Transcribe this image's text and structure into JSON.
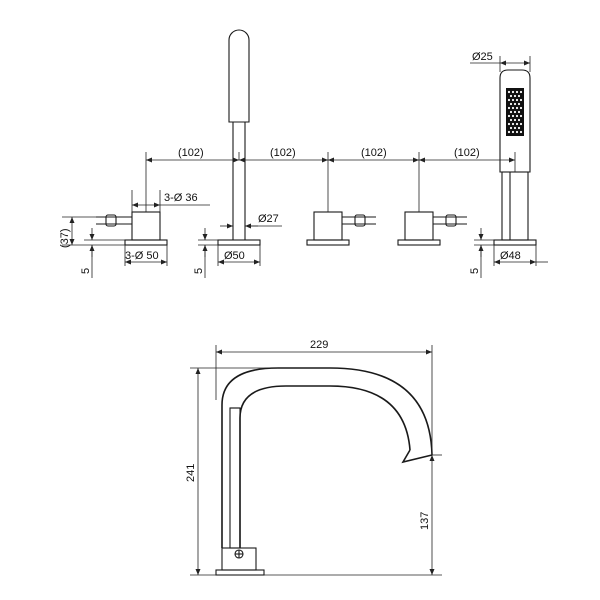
{
  "drawing": {
    "top_view": {
      "spacing": [
        "(102)",
        "(102)",
        "(102)",
        "(102)"
      ],
      "handle_dia": "3-Ø 36",
      "base_dia": "3-Ø 50",
      "valve_height": "(37)",
      "base_height_1": "5",
      "base_height_2": "5",
      "base_height_3": "5",
      "spout_tube_dia": "Ø27",
      "spout_base_dia": "Ø50",
      "shower_dia": "Ø25",
      "shower_base_dia": "Ø48"
    },
    "side_view": {
      "reach": "229",
      "height": "241",
      "outlet_height": "137"
    }
  }
}
